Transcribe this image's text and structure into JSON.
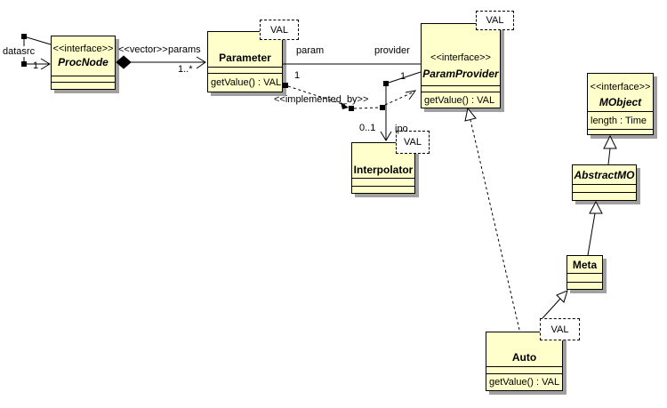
{
  "colors": {
    "bg": "#ffffff",
    "fill": "#ffffcc",
    "border": "#000000",
    "shadow": "#a0a0a0",
    "text": "#000000"
  },
  "classes": {
    "procnode": {
      "stereotype": "<<interface>>",
      "name": "ProcNode"
    },
    "parameter": {
      "name": "Parameter",
      "operation": "getValue() : VAL",
      "template_param": "VAL"
    },
    "paramprovider": {
      "stereotype": "<<interface>>",
      "name": "ParamProvider",
      "operation": "getValue() : VAL",
      "template_param": "VAL"
    },
    "interpolator": {
      "name": "Interpolator",
      "template_param": "VAL"
    },
    "mobject": {
      "stereotype": "<<interface>>",
      "name": "MObject",
      "attribute": "length : Time"
    },
    "abstractmo": {
      "name": "AbstractMO"
    },
    "meta": {
      "name": "Meta"
    },
    "auto": {
      "name": "Auto",
      "operation": "getValue() : VAL",
      "template_param": "VAL"
    }
  },
  "edge_labels": {
    "datasrc": "datasrc",
    "datasrc_mult": "1",
    "vector_stereotype": "<<vector>>",
    "params_role": "params",
    "params_mult": "1..*",
    "param_role": "param",
    "provider_role": "provider",
    "implemented_by_stereotype": "<<implemented_by>>",
    "implemented_by_source_mult": "1",
    "provider_end_mult": "1",
    "ipo_mult": "0..1",
    "ipo_role": "ipo"
  }
}
